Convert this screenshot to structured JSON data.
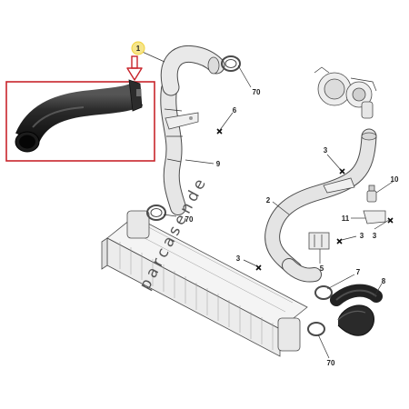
{
  "highlight": {
    "frame_color": "#c8242b",
    "arrow_color": "#c8242b",
    "callout_ring_color": "#f0d13a"
  },
  "callouts": {
    "c1": "1",
    "c70a": "70",
    "c6": "6",
    "c9": "9",
    "c70b": "70",
    "c3a": "3",
    "c2": "2",
    "c10": "10",
    "c11": "11",
    "c3b": "3",
    "c3c": "3",
    "c5": "5",
    "c3d": "3",
    "c7": "7",
    "c8": "8",
    "c70c": "70"
  },
  "watermark": "parcasende"
}
